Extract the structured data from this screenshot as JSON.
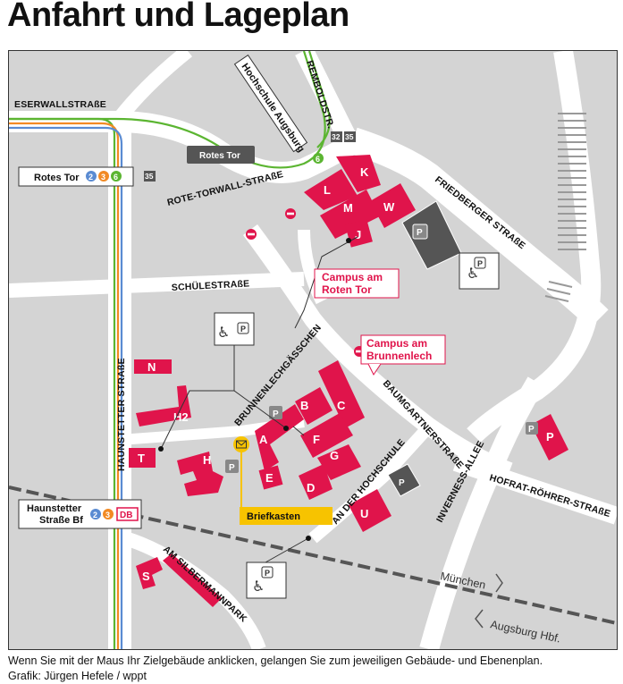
{
  "title": "Anfahrt und Lageplan",
  "caption_line1": "Wenn Sie mit der Maus Ihr Zielgebäude anklicken, gelangen Sie zum jeweiligen Gebäude- und Ebenenplan.",
  "caption_line2": "Grafik: Jürgen Hefele / wppt",
  "colors": {
    "building": "#e0144b",
    "road": "#ffffff",
    "ground": "#d4d4d4",
    "tram_green": "#5bb531",
    "tram_orange": "#f28a24",
    "tram_blue": "#5a8bd2",
    "mailbox": "#f7c300"
  },
  "streets": {
    "eserwall": "ESERWALLSTRAßE",
    "rembold": "REMBOLDSTR.",
    "rotetorwall": "ROTE-TORWALL-STRAßE",
    "friedberger": "FRIEDBERGER STRAßE",
    "schule": "SCHÜLESTRAßE",
    "haunstetter": "HAUNSTETTER STRAßE",
    "brunnenlech": "BRUNNENLECHGÄSSCHEN",
    "baumgartner": "BAUMGARTNERSTRAßE",
    "hochschule": "AN DER HOCHSCHULE",
    "inverness": "INVERNESS-ALLEE",
    "hofrat": "HOFRAT-RÖHRER-STRAßE",
    "silbermann": "AM SILBERMANNPARK"
  },
  "stops": {
    "rotes_tor": {
      "name": "Rotes Tor",
      "lines": [
        "2",
        "3",
        "6"
      ],
      "bus": "35"
    },
    "haunstetter": {
      "name_line1": "Haunstetter",
      "name_line2": "Straße Bf",
      "lines": [
        "2",
        "3"
      ],
      "rail": "DB"
    },
    "hochschule": {
      "name": "Hochschule Augsburg",
      "line": "6"
    },
    "rembold_bus": [
      "32",
      "35"
    ]
  },
  "place_label": "Rotes Tor",
  "campus": {
    "roten_tor": [
      "Campus am",
      "Roten Tor"
    ],
    "brunnenlech": [
      "Campus am",
      "Brunnenlech"
    ]
  },
  "buildings": [
    "K",
    "L",
    "M",
    "W",
    "J",
    "N",
    "H2",
    "T",
    "H",
    "A",
    "B",
    "C",
    "F",
    "G",
    "E",
    "D",
    "U",
    "S",
    "P"
  ],
  "parking_label": "P",
  "mailbox_label": "Briefkasten",
  "directions": {
    "muenchen": "München",
    "augsburg": "Augsburg Hbf."
  }
}
